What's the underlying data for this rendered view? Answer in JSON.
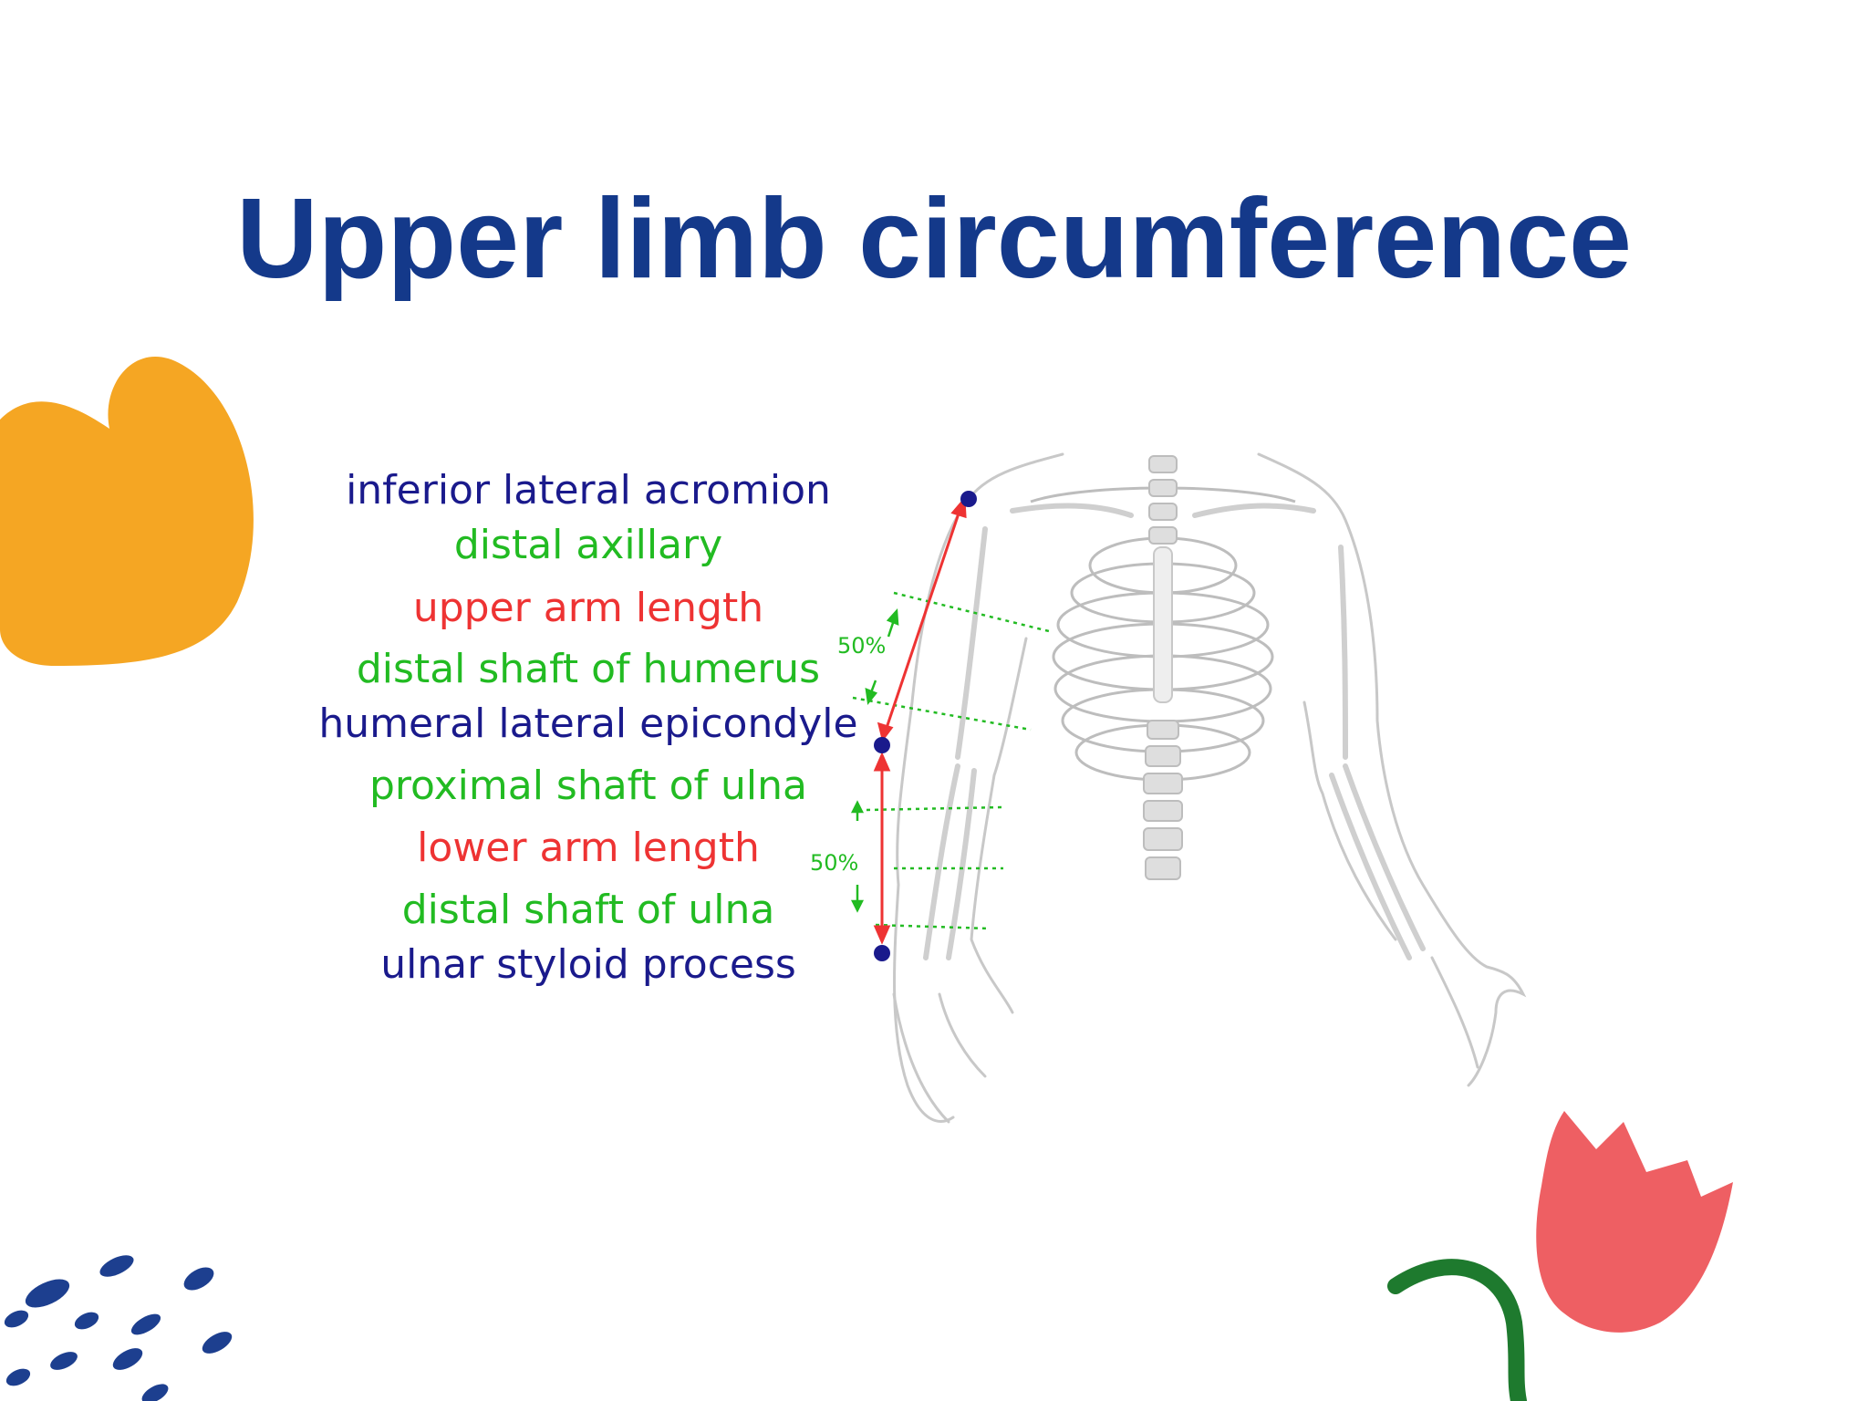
{
  "title": "Upper limb circumference",
  "colors": {
    "title": "#14398a",
    "landmark": "#1a1a8c",
    "circumference": "#22bb22",
    "length": "#ee3333",
    "orange_blob": "#f5a623",
    "tulip": "#ee5f63",
    "stem": "#1e7a2e",
    "dots": "#1d3f8f"
  },
  "labels": [
    {
      "text": "inferior lateral acromion",
      "kind": "landmark"
    },
    {
      "text": "distal axillary",
      "kind": "circumference"
    },
    {
      "text": "upper arm length",
      "kind": "length"
    },
    {
      "text": "distal shaft of humerus",
      "kind": "circumference"
    },
    {
      "text": "humeral lateral epicondyle",
      "kind": "landmark"
    },
    {
      "text": "proximal shaft of ulna",
      "kind": "circumference"
    },
    {
      "text": "lower arm length",
      "kind": "length"
    },
    {
      "text": "distal shaft of ulna",
      "kind": "circumference"
    },
    {
      "text": "ulnar styloid process",
      "kind": "landmark"
    }
  ],
  "upper_percent": "50%",
  "lower_percent": "50%",
  "icons": {
    "orange_blob": "orange-blob-decoration",
    "tulip": "tulip-decoration",
    "dots": "dash-pattern-decoration",
    "skeleton": "upper-body-skeleton-illustration"
  }
}
